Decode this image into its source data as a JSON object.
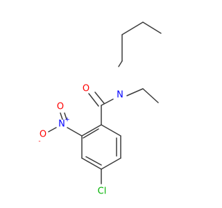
{
  "molecule": {
    "atoms": {
      "oxygen_carbonyl": {
        "label": "O",
        "color": "#ff0000"
      },
      "nitrogen_amide": {
        "label": "N",
        "color": "#0000ff"
      },
      "nitrogen_nitro": {
        "label": "N",
        "charge": "+",
        "color": "#0000ff"
      },
      "oxygen_nitro_top": {
        "label": "O",
        "color": "#ff0000"
      },
      "oxygen_nitro_left": {
        "label": "O",
        "charge": "-",
        "color": "#ff0000"
      },
      "chlorine": {
        "label": "Cl",
        "color": "#00b200"
      }
    },
    "bond_color": "#3b3b3b"
  }
}
